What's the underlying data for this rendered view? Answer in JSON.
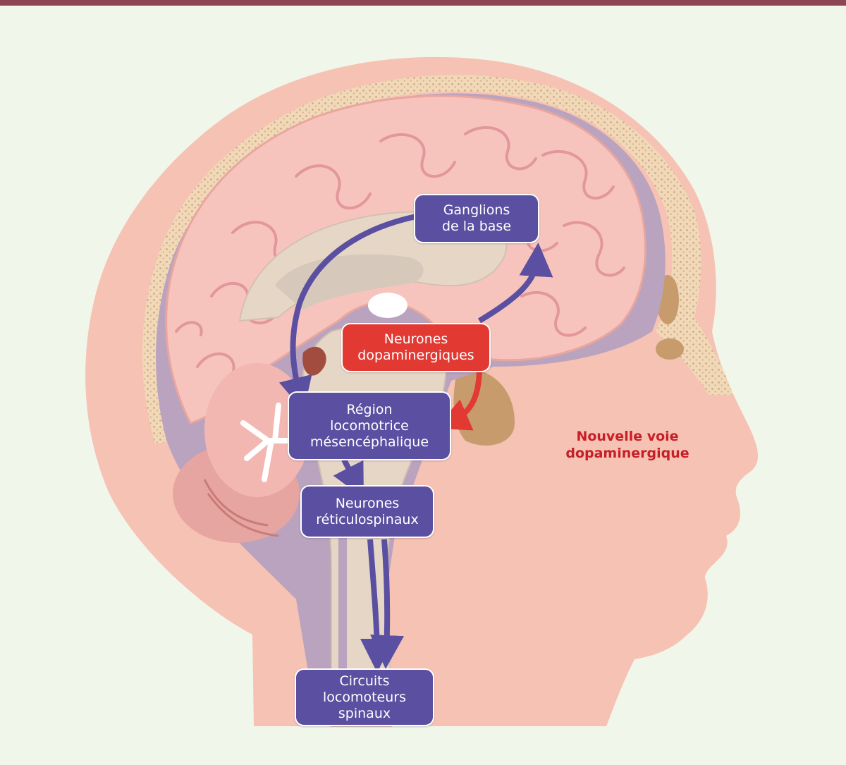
{
  "nodes": {
    "ganglions": "Ganglions\nde la base",
    "dopaminergiques": "Neurones\ndopaminergiques",
    "region_locomotrice": "Région\nlocomotrice\nmésencéphalique",
    "reticulospinaux": "Neurones\nréticulospinaux",
    "circuits_spinaux": "Circuits\nlocomoteurs\nspinaux"
  },
  "annotation": "Nouvelle voie\ndopaminergique",
  "colors": {
    "pathway_blue": "#5a4fa0",
    "dopamine_red": "#e23a33",
    "annotation_red": "#c71f28",
    "skin": "#f6c2b3",
    "brain": "#f7c4bd",
    "frame": "#8e4552",
    "background": "#f1f6ea"
  }
}
